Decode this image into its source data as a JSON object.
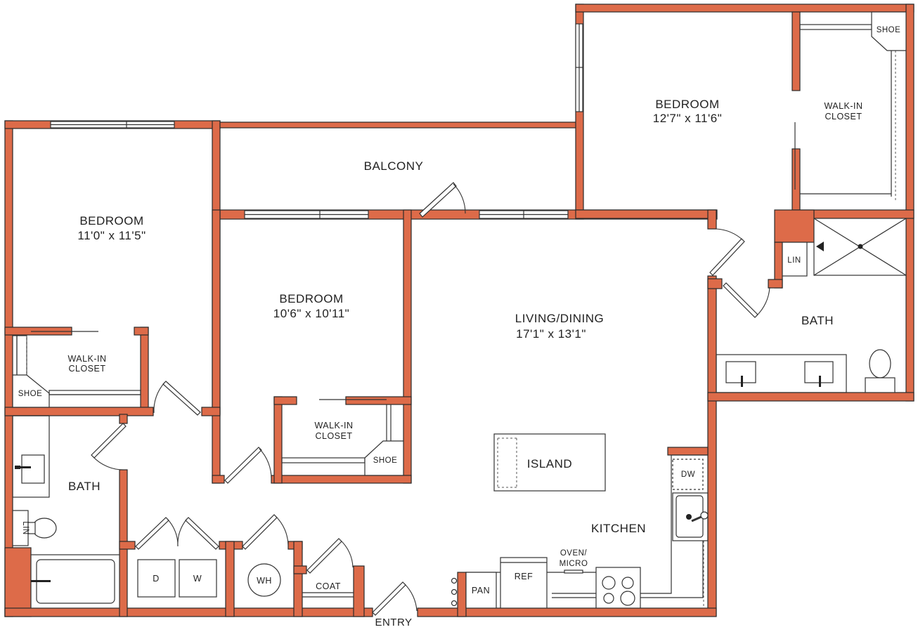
{
  "rooms": {
    "bedroom_left": {
      "name": "BEDROOM",
      "size": "11'0\" x 11'5\""
    },
    "bedroom_middle": {
      "name": "BEDROOM",
      "size": "10'6\" x 10'11\""
    },
    "bedroom_right": {
      "name": "BEDROOM",
      "size": "12'7\" x 11'6\""
    },
    "living": {
      "name": "LIVING/DINING",
      "size": "17'1\" x 13'1\""
    },
    "balcony": "BALCONY",
    "kitchen": "KITCHEN",
    "island": "ISLAND",
    "bath_left": "BATH",
    "bath_right": "BATH",
    "entry": "ENTRY",
    "coat": "COAT",
    "walkin_left": {
      "line1": "WALK-IN",
      "line2": "CLOSET"
    },
    "walkin_middle": {
      "line1": "WALK-IN",
      "line2": "CLOSET"
    },
    "walkin_right": {
      "line1": "WALK-IN",
      "line2": "CLOSET"
    }
  },
  "fixtures": {
    "shoe": "SHOE",
    "lin": "LIN",
    "dryer": "D",
    "washer": "W",
    "water_heater": "WH",
    "pantry": "PAN",
    "refrigerator": "REF",
    "oven_line1": "OVEN/",
    "oven_line2": "MICRO",
    "dishwasher": "DW"
  },
  "colors": {
    "wall": "#DD6B49",
    "line": "#333333",
    "background": "#ffffff"
  }
}
